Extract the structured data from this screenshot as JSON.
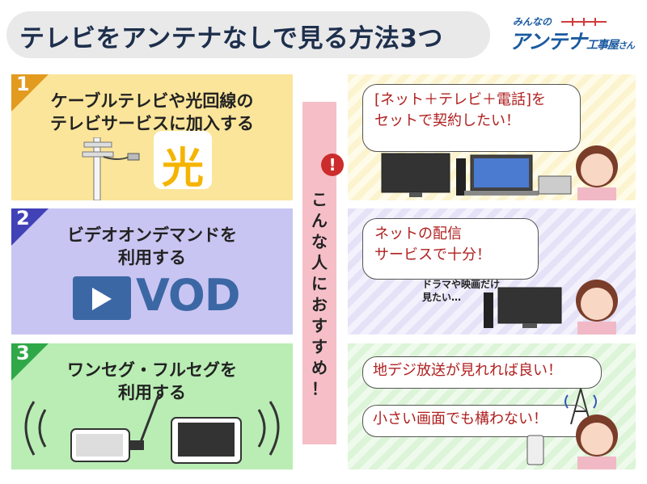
{
  "title": "テレビをアンテナなしで見る方法3つ",
  "logo": {
    "top": "みんなの",
    "main": "アンテナ",
    "sub1": "工事屋",
    "sub2": "さん"
  },
  "methods": [
    {
      "number": "1",
      "line1": "ケーブルテレビや光回線の",
      "line2": "テレビサービスに加入する",
      "badge": "光"
    },
    {
      "number": "2",
      "line1": "ビデオオンデマンドを",
      "line2": "利用する",
      "badge": "VOD"
    },
    {
      "number": "3",
      "line1": "ワンセグ・フルセグを",
      "line2": "利用する"
    }
  ],
  "center_label": [
    "こ",
    "ん",
    "な",
    "人",
    "に",
    "お",
    "す",
    "す",
    "め",
    "！"
  ],
  "warning_mark": "!",
  "speech": {
    "r1_line1": "[ネット＋テレビ＋電話]を",
    "r1_line2": "セットで契約したい！",
    "r2_line1": "ネットの配信",
    "r2_line2": "サービスで十分！",
    "r2_note1": "ドラマや映画だけ",
    "r2_note2": "見たい…",
    "r3_a": "地デジ放送が見れれば良い！",
    "r3_b": "小さい画面でも構わない！"
  },
  "colors": {
    "title": "#1d2f4c",
    "logo": "#1a5aa0",
    "row1": "#fbe59a",
    "row2": "#c9c5f2",
    "row3": "#b9edb4",
    "speech_text": "#b02020"
  }
}
